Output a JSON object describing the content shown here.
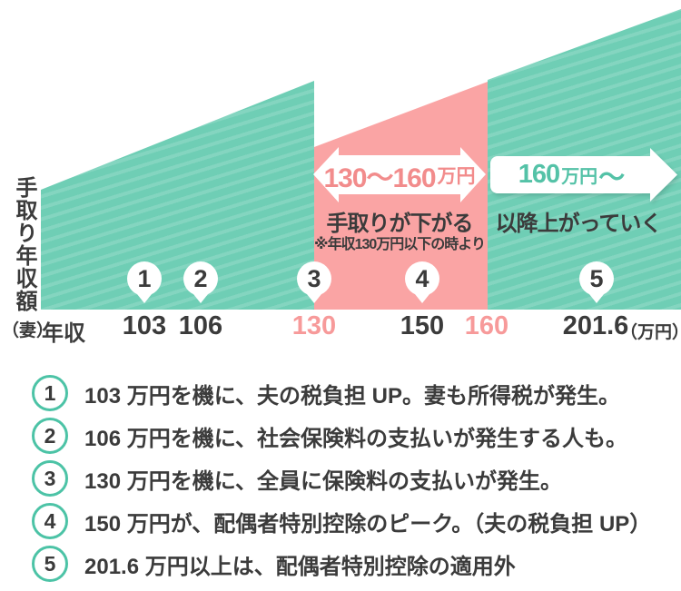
{
  "chart_data": {
    "type": "area",
    "xlabel": "年収",
    "x_unit": "（万円）",
    "ylabel": "手取り年収額",
    "ylabel_sub": "（妻）",
    "x_ticks": [
      {
        "label": "103",
        "highlight": false
      },
      {
        "label": "106",
        "highlight": false
      },
      {
        "label": "130",
        "highlight": true
      },
      {
        "label": "150",
        "highlight": false
      },
      {
        "label": "160",
        "highlight": true
      },
      {
        "label": "201.6",
        "highlight": false
      }
    ],
    "segments": [
      {
        "x_range": "〜130万円",
        "color": "#6FCEB5",
        "trend": "手取りは年収とともに上がる"
      },
      {
        "x_range": "130〜160万円",
        "color": "#FAA4A4",
        "trend": "130万円で手取りが落ち、160万円まで低いまま上がる"
      },
      {
        "x_range": "160万円〜",
        "color": "#6FCEB5",
        "trend": "以降手取りは上がっていく"
      }
    ],
    "markers": [
      {
        "num": "1",
        "x": "103"
      },
      {
        "num": "2",
        "x": "106"
      },
      {
        "num": "3",
        "x": "130"
      },
      {
        "num": "4",
        "x": "150"
      },
      {
        "num": "5",
        "x": "201.6"
      }
    ]
  },
  "annotations": {
    "pink": {
      "range": "130〜160",
      "unit": "万円",
      "title": "手取りが下がる",
      "note": "※年収130万円以下の時より"
    },
    "teal": {
      "range": "160",
      "unit": "万円",
      "suffix": "〜",
      "title": "以降上がっていく"
    }
  },
  "legend": [
    {
      "num": "1",
      "text": "103 万円を機に、夫の税負担 UP。妻も所得税が発生。"
    },
    {
      "num": "2",
      "text": "106 万円を機に、社会保険料の支払いが発生する人も。"
    },
    {
      "num": "3",
      "text": "130 万円を機に、全員に保険料の支払いが発生。"
    },
    {
      "num": "4",
      "text": "150 万円が、配偶者特別控除のピーク。（夫の税負担 UP）"
    },
    {
      "num": "5",
      "text": "201.6 万円以上は、配偶者特別控除の適用外"
    }
  ],
  "colors": {
    "teal_area": "#6FCEB5",
    "pink_area": "#FAA4A4",
    "pink_text": "#F28C8C",
    "teal_text": "#54C2A7",
    "dark_text": "#3B3B3B",
    "tick_highlight": "#F79A9A",
    "legend_circle_border": "#4CC3A6"
  }
}
